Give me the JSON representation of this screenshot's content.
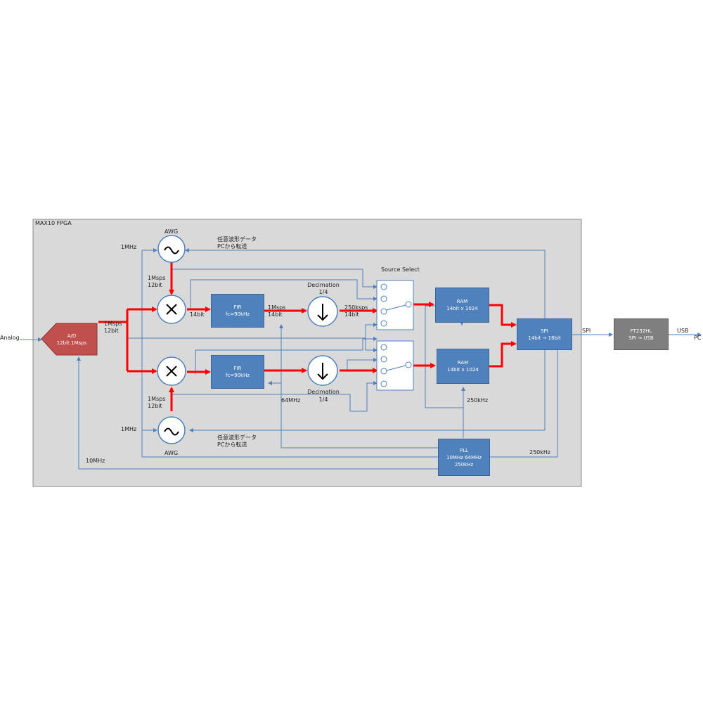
{
  "fpga_title": "MAX10 FPGA",
  "inputs": {
    "analog": "Analog",
    "adc_rate": "1Msps",
    "adc_bits": "12bit"
  },
  "adc": {
    "line1": "A/D",
    "line2": "12bit 1Msps"
  },
  "awg_top": {
    "label": "AWG",
    "clock": "1MHz",
    "rate": "1Msps",
    "bits": "12bit",
    "note_line1": "任意波形データ",
    "note_line2": "PCから転送"
  },
  "awg_bottom": {
    "label": "AWG",
    "clock": "1MHz",
    "rate": "1Msps",
    "bits": "12bit",
    "note_line1": "任意波形データ",
    "note_line2": "PCから転送"
  },
  "fir_top": {
    "line1": "FIR",
    "line2": "fc=90kHz"
  },
  "fir_bottom": {
    "line1": "FIR",
    "line2": "fc=90kHz"
  },
  "signals": {
    "mult_out_top": "14bit",
    "fir_out_rate": "1Msps",
    "fir_out_bits": "14bit",
    "dec_out_rate": "250ksps",
    "dec_out_bits": "14bit",
    "pll_64": "64MHz",
    "pll_250_ram": "250kHz",
    "pll_250_spi": "250kHz",
    "pll_10": "10MHz"
  },
  "decimation_top": {
    "line1": "Decimation",
    "line2": "1/4"
  },
  "decimation_bottom": {
    "line1": "Decimation",
    "line2": "1/4"
  },
  "source_select": "Source Select",
  "ram_top": {
    "line1": "RAM",
    "line2": "14bit x 1024"
  },
  "ram_bottom": {
    "line1": "RAM",
    "line2": "14bit x 1024"
  },
  "spi": {
    "line1": "SPI",
    "line2": "14bit → 16bit",
    "out_label": "SPI"
  },
  "pll": {
    "line1": "PLL",
    "line2": "10MHz 64MHz",
    "line3": "250kHz"
  },
  "ft232": {
    "line1": "FT232HL",
    "line2": "SPI → USB"
  },
  "usb": {
    "label": "USB",
    "pc": "PC"
  },
  "colors": {
    "panel": "#d9d9d9",
    "block": "#4f81bd",
    "adc": "#c0504d",
    "ft232": "#7f7f7f",
    "thin_line": "#4f81bd",
    "signal": "#ff0000"
  }
}
